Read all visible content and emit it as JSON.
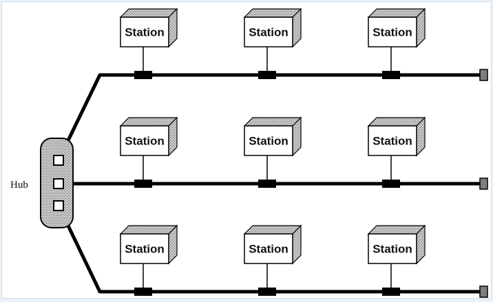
{
  "diagram": {
    "hub_label": "Hub",
    "station_label": "Station",
    "bus_count": 3,
    "stations_per_bus": 3
  },
  "colors": {
    "line": "#000000",
    "box_fill": "#ffffff",
    "box_shade": "#9a9a9a",
    "hub_fill": "#c8c8c8",
    "terminator_fill": "#8a8a8a"
  }
}
